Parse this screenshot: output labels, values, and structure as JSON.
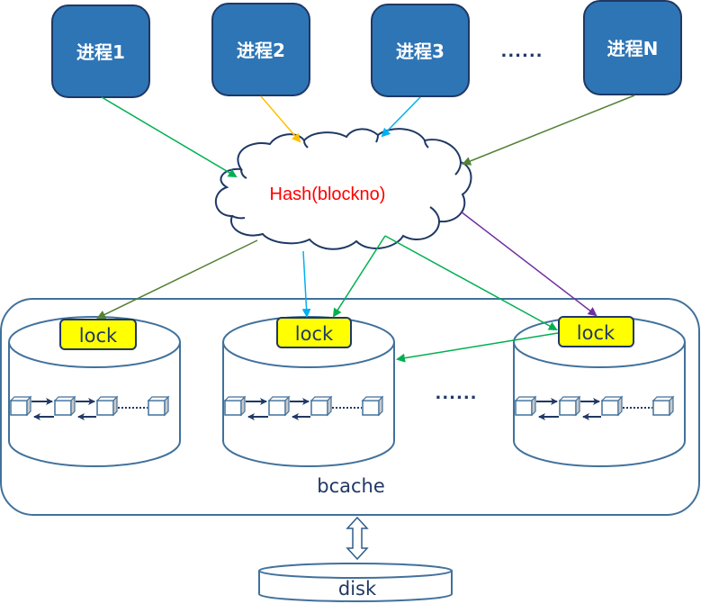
{
  "diagram": {
    "processes": [
      {
        "id": "p1",
        "label": "进程1"
      },
      {
        "id": "p2",
        "label": "进程2"
      },
      {
        "id": "p3",
        "label": "进程3"
      },
      {
        "id": "pN",
        "label": "进程N"
      }
    ],
    "process_ellipsis": "......",
    "hash": {
      "label": "Hash(blockno)"
    },
    "bcache": {
      "label": "bcache",
      "buckets": [
        {
          "id": "b1",
          "lock_label": "lock"
        },
        {
          "id": "b2",
          "lock_label": "lock"
        },
        {
          "id": "b3",
          "lock_label": "lock"
        }
      ],
      "bucket_ellipsis": "......",
      "list_ellipsis": "......"
    },
    "disk": {
      "label": "disk"
    },
    "connections": [
      {
        "from": "p1",
        "to": "hash",
        "color": "#00b050"
      },
      {
        "from": "p2",
        "to": "hash",
        "color": "#ffc000"
      },
      {
        "from": "p3",
        "to": "hash",
        "color": "#00b0f0"
      },
      {
        "from": "pN",
        "to": "hash",
        "color": "#538135"
      },
      {
        "from": "hash",
        "to": "b1-lock",
        "color": "#538135"
      },
      {
        "from": "hash",
        "to": "b2-lock",
        "color": "#00b0f0"
      },
      {
        "from": "hash",
        "to": "b2-lock",
        "color": "#00b050"
      },
      {
        "from": "hash",
        "to": "b3-lock",
        "color": "#00b050"
      },
      {
        "from": "hash",
        "to": "b3-lock",
        "color": "#7030a0"
      },
      {
        "from": "b3-lock",
        "to": "b2",
        "color": "#00b050"
      },
      {
        "from": "bcache",
        "to": "disk",
        "color": "#2e5d8a",
        "bidirectional": true
      }
    ],
    "colors": {
      "process_fill": "#2e75b6",
      "process_stroke": "#1f3864",
      "lock_fill": "#ffff00",
      "outline": "#41719c",
      "hash_text": "#ff0000"
    }
  }
}
